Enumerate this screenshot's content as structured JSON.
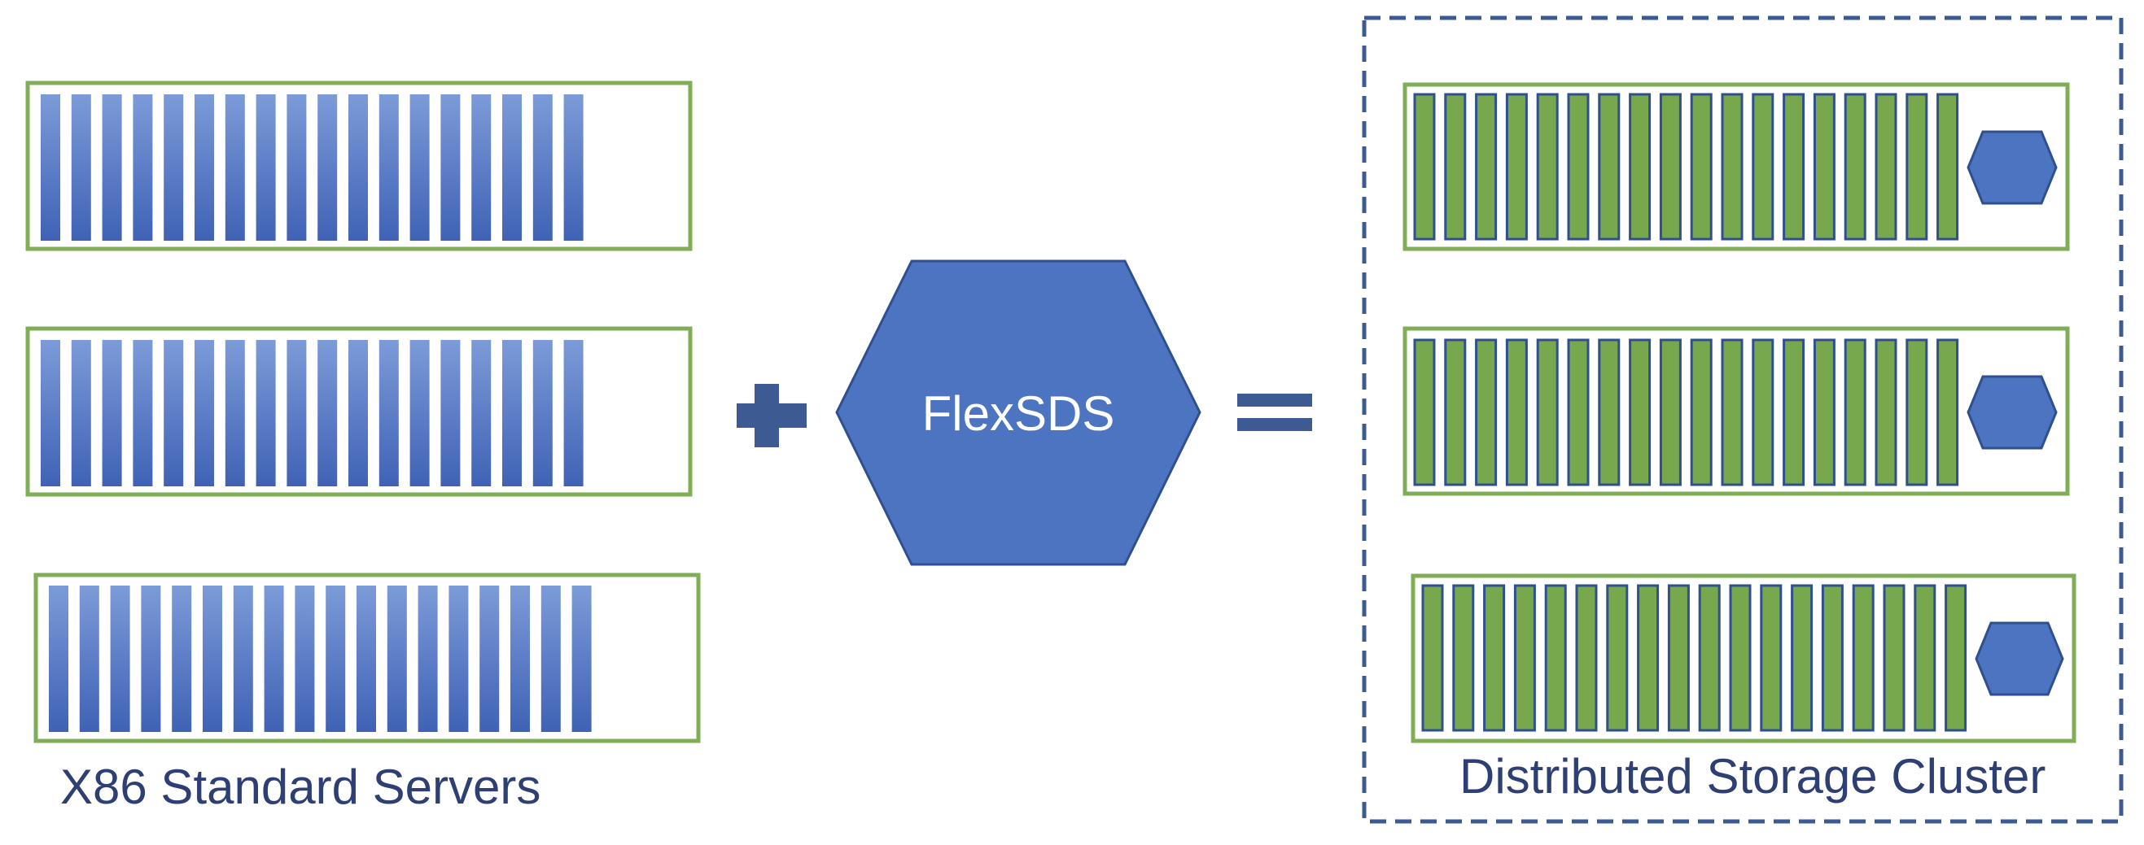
{
  "left_label": "X86 Standard Servers",
  "center_label": "FlexSDS",
  "right_label": "Distributed Storage Cluster",
  "plus_icon": "plus-icon",
  "equals_icon": "equals-icon",
  "colors": {
    "disk_blue_top": "#7C9BD8",
    "disk_blue_bottom": "#3F62B5",
    "disk_green": "#78A84E",
    "server_border": "#7FAE56",
    "hexagon_fill": "#4C74C0",
    "hexagon_stroke": "#2F4F8F",
    "operator": "#3E5A93",
    "dashed_border": "#3C5A93",
    "label_text": "#2E3F73",
    "center_text": "#FFFFFF"
  },
  "left_servers": [
    {
      "name": "server-1",
      "disks": 18
    },
    {
      "name": "server-2",
      "disks": 18
    },
    {
      "name": "server-3",
      "disks": 18
    }
  ],
  "right_nodes": [
    {
      "name": "storage-node-1",
      "disks": 18
    },
    {
      "name": "storage-node-2",
      "disks": 18
    },
    {
      "name": "storage-node-3",
      "disks": 18
    }
  ]
}
